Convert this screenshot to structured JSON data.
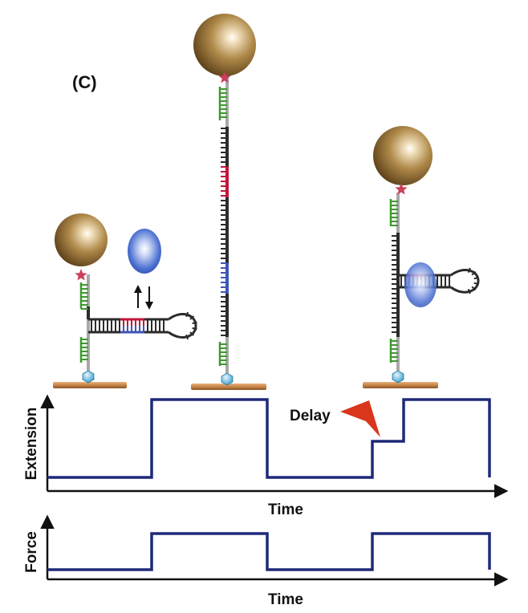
{
  "panel_label": "(C)",
  "annotation": "Delay",
  "extension_plot": {
    "ylabel": "Extension",
    "xlabel": "Time"
  },
  "force_plot": {
    "ylabel": "Force",
    "xlabel": "Time"
  },
  "colors": {
    "bead": "#b08a4a",
    "handle": "#3d9a2e",
    "backbone": "#a8a8a8",
    "strand": "#2b2b2b",
    "segment_red": "#c2163a",
    "segment_blue": "#3f55b8",
    "protein": "#4a6fd0",
    "surface": "#c8864a",
    "anchor": "#5ab6e0",
    "trace": "#1f2a78",
    "delay_marker": "#d9361c"
  }
}
